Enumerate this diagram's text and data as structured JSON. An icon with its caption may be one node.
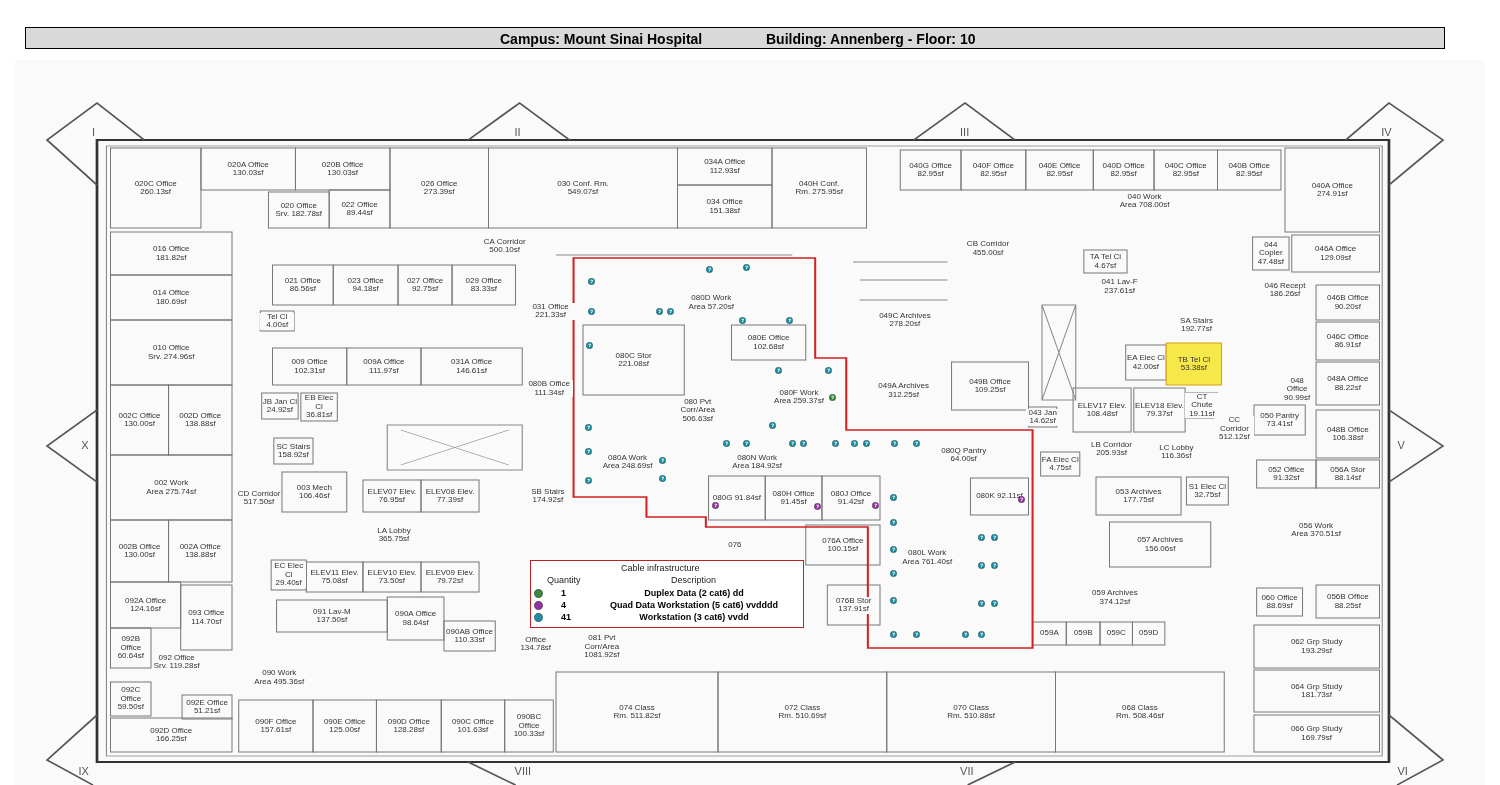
{
  "diagram": {
    "nodes": [
      {
        "text": [
          "020C Office 260.13sf"
        ]
      },
      {
        "text": [
          "020A Office 130.03sf"
        ]
      },
      {
        "text": [
          "020B Office 130.03sf"
        ]
      },
      {
        "text": [
          "020 Office Srv. 182.78sf"
        ]
      },
      {
        "text": [
          "022 Office 89.44sf"
        ]
      },
      {
        "text": [
          "026 Office 273.39sf"
        ]
      },
      {
        "text": [
          "030 Conf. Rm. 549.07sf"
        ]
      },
      {
        "text": [
          "034A Office 112.93sf"
        ]
      },
      {
        "text": [
          "034 Office 151.38sf"
        ]
      },
      {
        "text": [
          "040H Conf. Rm. 275.95sf"
        ]
      },
      {
        "text": [
          "040G Office 82.95sf"
        ]
      },
      {
        "text": [
          "040F Office 82.95sf"
        ]
      },
      {
        "text": [
          "040E Office 82.95sf"
        ]
      },
      {
        "text": [
          "040D Office 82.95sf"
        ]
      },
      {
        "text": [
          "040C Office 82.95sf"
        ]
      },
      {
        "text": [
          "040B Office 82.95sf"
        ]
      },
      {
        "text": [
          "040 Work Area 708.00sf"
        ]
      },
      {
        "text": [
          "040A Office 274.91sf"
        ]
      },
      {
        "text": [
          "CA Corridor 500.10sf"
        ]
      },
      {
        "text": [
          "CB Corridor 455.00sf"
        ]
      },
      {
        "text": [
          "016 Office 181.82sf"
        ]
      },
      {
        "text": [
          "014 Office 180.69sf"
        ]
      },
      {
        "text": [
          "010 Office Srv. 274.96sf"
        ]
      },
      {
        "text": [
          "021 Office 86.56sf"
        ]
      },
      {
        "text": [
          "023 Office 94.18sf"
        ]
      },
      {
        "text": [
          "027 Office 92.75sf"
        ]
      },
      {
        "text": [
          "029 Office 83.33sf"
        ]
      },
      {
        "text": [
          "031 Office 221.33sf"
        ]
      },
      {
        "text": [
          "080D Work Area 57.20sf"
        ]
      },
      {
        "text": [
          "049C Archives 278.20sf"
        ]
      },
      {
        "text": [
          "TA Tel Cl 4.67sf"
        ]
      },
      {
        "text": [
          "041 Lav-F 237.61sf"
        ]
      },
      {
        "text": [
          "044 Copier 47.48sf"
        ]
      },
      {
        "text": [
          "046A Office 129.09sf"
        ]
      },
      {
        "text": [
          "046 Recept 186.26sf"
        ]
      },
      {
        "text": [
          "046B Office 90.20sf"
        ]
      },
      {
        "text": [
          "Tel Cl 4.00sf"
        ]
      },
      {
        "text": [
          "009 Office 102.31sf"
        ]
      },
      {
        "text": [
          "009A Office 111.97sf"
        ]
      },
      {
        "text": [
          "031A Office 146.61sf"
        ]
      },
      {
        "text": [
          "080C Stor 221.08sf"
        ]
      },
      {
        "text": [
          "080E Office 102.68sf"
        ]
      },
      {
        "text": [
          "SA Stairs 192.77sf"
        ]
      },
      {
        "text": [
          "046C Office 86.91sf"
        ]
      },
      {
        "text": [
          "EA Elec Cl 42.00sf"
        ]
      },
      {
        "text": [
          "TB Tel Cl 53.38sf"
        ]
      },
      {
        "text": [
          "048 Office 90.99sf"
        ]
      },
      {
        "text": [
          "048A Office 88.22sf"
        ]
      },
      {
        "text": [
          "002C Office 130.00sf"
        ]
      },
      {
        "text": [
          "002D Office 138.88sf"
        ]
      },
      {
        "text": [
          "JB Jan Cl 24.92sf"
        ]
      },
      {
        "text": [
          "EB Elec Cl 36.81sf"
        ]
      },
      {
        "text": [
          "080B Office 111.34sf"
        ]
      },
      {
        "text": [
          "080 Pvt Corr/Area 506.63sf"
        ]
      },
      {
        "text": [
          "080F Work Area 259.37sf"
        ]
      },
      {
        "text": [
          "049A Archives 312.25sf"
        ]
      },
      {
        "text": [
          "049B Office 109.25sf"
        ]
      },
      {
        "text": [
          "ELEV17 Elev. 108.48sf"
        ]
      },
      {
        "text": [
          "ELEV18 Elev. 79.37sf"
        ]
      },
      {
        "text": [
          "CT Chute 19.11sf"
        ]
      },
      {
        "text": [
          "050 Pantry 73.41sf"
        ]
      },
      {
        "text": [
          "048B Office 106.38sf"
        ]
      },
      {
        "text": [
          "043 Jan 14.62sf"
        ]
      },
      {
        "text": [
          "CC Corridor 512.12sf"
        ]
      },
      {
        "text": [
          "SC Stairs 158.92sf"
        ]
      },
      {
        "text": [
          "LB Corridor 205.93sf"
        ]
      },
      {
        "text": [
          "LC Lobby 116.36sf"
        ]
      },
      {
        "text": [
          "080A Work Area 248.69sf"
        ]
      },
      {
        "text": [
          "080N Work Area 184.92sf"
        ]
      },
      {
        "text": [
          "080Q Pantry 64.00sf"
        ]
      },
      {
        "text": [
          "FA Elec Cl 4.75sf"
        ]
      },
      {
        "text": [
          "002 Work Area 275.74sf"
        ]
      },
      {
        "text": [
          "052 Office 91.32sf"
        ]
      },
      {
        "text": [
          "056A Stor 88.14sf"
        ]
      },
      {
        "text": [
          "CD Corridor 517.50sf"
        ]
      },
      {
        "text": [
          "003 Mech 106.46sf"
        ]
      },
      {
        "text": [
          "ELEV07 Elev. 76.95sf"
        ]
      },
      {
        "text": [
          "ELEV08 Elev. 77.39sf"
        ]
      },
      {
        "text": [
          "SB Stairs 174.92sf"
        ]
      },
      {
        "text": [
          "080G 91.84sf"
        ]
      },
      {
        "text": [
          "080H Office 91.45sf"
        ]
      },
      {
        "text": [
          "080J Office 91.42sf"
        ]
      },
      {
        "text": [
          "080K 92.11sf"
        ]
      },
      {
        "text": [
          "053 Archives 177.75sf"
        ]
      },
      {
        "text": [
          "S1 Elec Cl 32.75sf"
        ]
      },
      {
        "text": [
          "002B Office 130.00sf"
        ]
      },
      {
        "text": [
          "002A Office 138.88sf"
        ]
      },
      {
        "text": [
          "LA Lobby 365.75sf"
        ]
      },
      {
        "text": [
          "076A Office 100.15sf"
        ]
      },
      {
        "text": [
          "056 Work Area 370.51sf"
        ]
      },
      {
        "text": [
          "057 Archives 156.06sf"
        ]
      },
      {
        "text": [
          "076"
        ]
      },
      {
        "text": [
          "080L Work Area 761.40sf"
        ]
      },
      {
        "text": [
          "EC Elec Cl 29.40sf"
        ]
      },
      {
        "text": [
          "ELEV11 Elev. 75.08sf"
        ]
      },
      {
        "text": [
          "ELEV10 Elev. 73.50sf"
        ]
      },
      {
        "text": [
          "ELEV09 Elev. 79.72sf"
        ]
      },
      {
        "text": [
          "092A Office 124.16sf"
        ]
      },
      {
        "text": [
          "093 Office 114.70sf"
        ]
      },
      {
        "text": [
          "059 Archives 374.12sf"
        ]
      },
      {
        "text": [
          "060 Office 88.69sf"
        ]
      },
      {
        "text": [
          "056B Office 88.25sf"
        ]
      },
      {
        "text": [
          "076B Stor 137.91sf"
        ]
      },
      {
        "text": [
          "091 Lav-M 137.50sf"
        ]
      },
      {
        "text": [
          "090A Office 98.64sf"
        ]
      },
      {
        "text": [
          "090AB Office 110.33sf"
        ]
      },
      {
        "text": [
          "Office 134.78sf"
        ]
      },
      {
        "text": [
          "092B Office 60.64sf"
        ]
      },
      {
        "text": [
          "092 Office Srv. 119.28sf"
        ]
      },
      {
        "text": [
          "059A"
        ]
      },
      {
        "text": [
          "059B"
        ]
      },
      {
        "text": [
          "059C"
        ]
      },
      {
        "text": [
          "059D"
        ]
      },
      {
        "text": [
          "062 Grp Study 193.29sf"
        ]
      },
      {
        "text": [
          "081 Pvt Corr/Area 1081.92sf"
        ]
      },
      {
        "text": [
          "090 Work Area 495.36sf"
        ]
      },
      {
        "text": [
          "064 Grp Study 181.73sf"
        ]
      },
      {
        "text": [
          "074 Class Rm. 511.82sf"
        ]
      },
      {
        "text": [
          "072 Class Rm. 510.69sf"
        ]
      },
      {
        "text": [
          "070 Class Rm. 510.88sf"
        ]
      },
      {
        "text": [
          "068 Class Rm. 508.46sf"
        ]
      },
      {
        "text": [
          "092C Office 59.50sf"
        ]
      },
      {
        "text": [
          "092E Office 51.21sf"
        ]
      },
      {
        "text": [
          "066 Grp Study 169.79sf"
        ]
      },
      {
        "text": [
          "092D Office 166.25sf"
        ]
      },
      {
        "text": [
          "090F Office 157.61sf"
        ]
      },
      {
        "text": [
          "090E Office 125.00sf"
        ]
      },
      {
        "text": [
          "090D Office 128.28sf"
        ]
      },
      {
        "text": [
          "090C Office 101.63sf"
        ]
      },
      {
        "text": [
          "090BC Office 100.33sf"
        ]
      }
    ],
    "labels": [
      "Campus: Mount Sinai Hospital",
      "Building: Annenberg - Floor: 10",
      "I",
      "II",
      "III",
      "IV",
      "X",
      "V",
      "IX",
      "VIII",
      "VII",
      "VI",
      "Cable infrastructure",
      "Quantity",
      "Description",
      "1",
      "4",
      "41"
    ],
    "legend": [
      {
        "text": "Duplex Data (2 cat6) dd"
      },
      {
        "text": "Quad Data Workstation (5 cat6) vvdddd"
      },
      {
        "text": "Workstation (3 cat6) vvdd"
      }
    ]
  }
}
